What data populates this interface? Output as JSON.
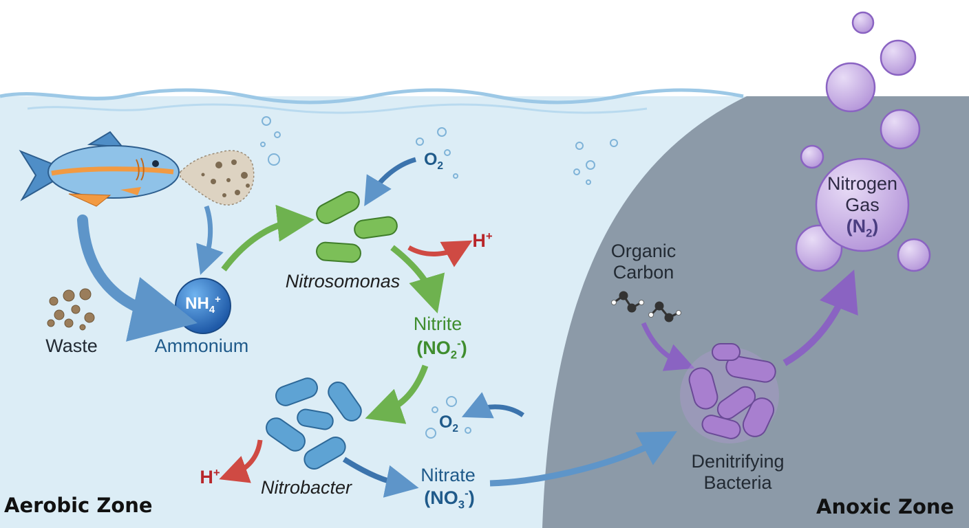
{
  "colors": {
    "water": "#dcedf6",
    "anoxic": "#8c9aa8",
    "nitrosomonas": "#7cbf58",
    "nitrobacter": "#5ea3d4",
    "denitrifier": "#a87fcf",
    "arrow_blue": "#5e95c9",
    "arrow_green": "#6eb24f",
    "arrow_red": "#cf4a43",
    "arrow_purple": "#8a63c2"
  },
  "icons": [
    "fish-icon",
    "waste-pellets-icon",
    "ammonium-sphere-icon",
    "organic-carbon-molecule-icon",
    "nitrogen-gas-bubble-icon"
  ],
  "labels": {
    "waste": "Waste",
    "ammonium": "Ammonium",
    "ammonium_formula": "NH",
    "ammonium_sub": "4",
    "ammonium_sup": "+",
    "o2_top": "O",
    "o2_top_sub": "2",
    "o2_bottom": "O",
    "o2_bottom_sub": "2",
    "hplus_top": "H",
    "hplus_top_sup": "+",
    "hplus_bottom": "H",
    "hplus_bottom_sup": "+",
    "nitrosomonas": "Nitrosomonas",
    "nitrite": "Nitrite",
    "nitrite_formula": "(NO",
    "nitrite_sub": "2",
    "nitrite_sup": "-",
    "nitrite_close": ")",
    "nitrobacter": "Nitrobacter",
    "nitrate": "Nitrate",
    "nitrate_formula": "(NO",
    "nitrate_sub": "3",
    "nitrate_sup": "-",
    "nitrate_close": ")",
    "organic_carbon_line1": "Organic",
    "organic_carbon_line2": "Carbon",
    "denitrifying_line1": "Denitrifying",
    "denitrifying_line2": "Bacteria",
    "nitrogen_line1": "Nitrogen",
    "nitrogen_line2": "Gas",
    "nitrogen_formula_open": "(N",
    "nitrogen_sub": "2",
    "nitrogen_formula_close": ")",
    "aerobic_zone": "Aerobic Zone",
    "anoxic_zone": "Anoxic Zone"
  }
}
